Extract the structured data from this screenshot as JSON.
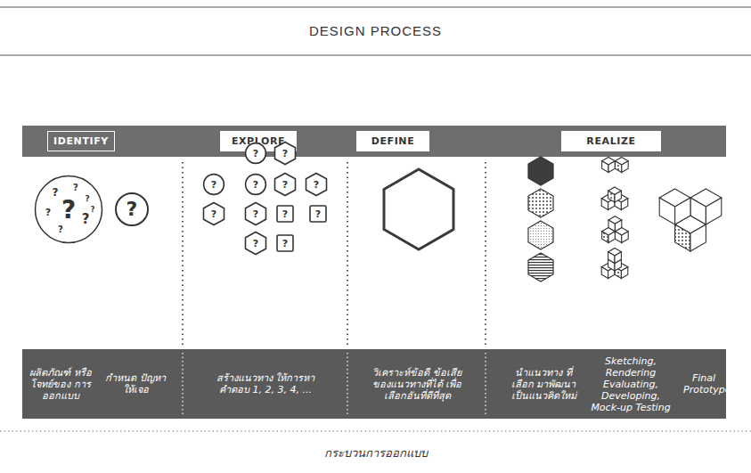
{
  "diagram": {
    "title": "DESIGN PROCESS",
    "caption": "กระบวนการออกแบบ",
    "nodes": [
      {
        "text": [
          "IDENTIFY"
        ]
      },
      {
        "text": [
          "EXPLORE"
        ]
      },
      {
        "text": [
          "DEFINE"
        ]
      },
      {
        "text": [
          "REALIZE"
        ]
      },
      {
        "text": [
          "?",
          "?",
          "?",
          "?",
          "?",
          "?",
          "?",
          "?"
        ]
      },
      {
        "text": [
          "?"
        ]
      },
      {
        "text": [
          "?"
        ]
      },
      {
        "text": [
          "?"
        ]
      },
      {
        "text": [
          "?"
        ]
      },
      {
        "text": [
          "?"
        ]
      },
      {
        "text": [
          "?"
        ]
      },
      {
        "text": [
          "?"
        ]
      },
      {
        "text": [
          "?"
        ]
      },
      {
        "text": [
          "?"
        ]
      },
      {
        "text": [
          "?"
        ]
      },
      {
        "text": [
          "?"
        ]
      },
      {
        "text": [
          "?"
        ]
      },
      {
        "text": [
          "?"
        ]
      },
      {
        "text": [
          "ผลิตภัณฑ์ หรือ โจทย์ของ การออกแบบ",
          "กำหนด ปัญหาให้เจอ",
          "สร้างแนวทาง ให้การหาคำตอบ 1, 2, 3, 4, ...",
          "วิเคราะห์ข้อดี ข้อเสีย ของแนวทางที่ได้ เพื่อเลือกอันที่ดีที่สุด",
          "นำแนวทาง ที่เลือก มาพัฒนา เป็นแนวคิดใหม่",
          "Sketching, Rendering Evaluating, Developing, Mock-up Testing",
          "Final Prototype"
        ]
      }
    ]
  }
}
